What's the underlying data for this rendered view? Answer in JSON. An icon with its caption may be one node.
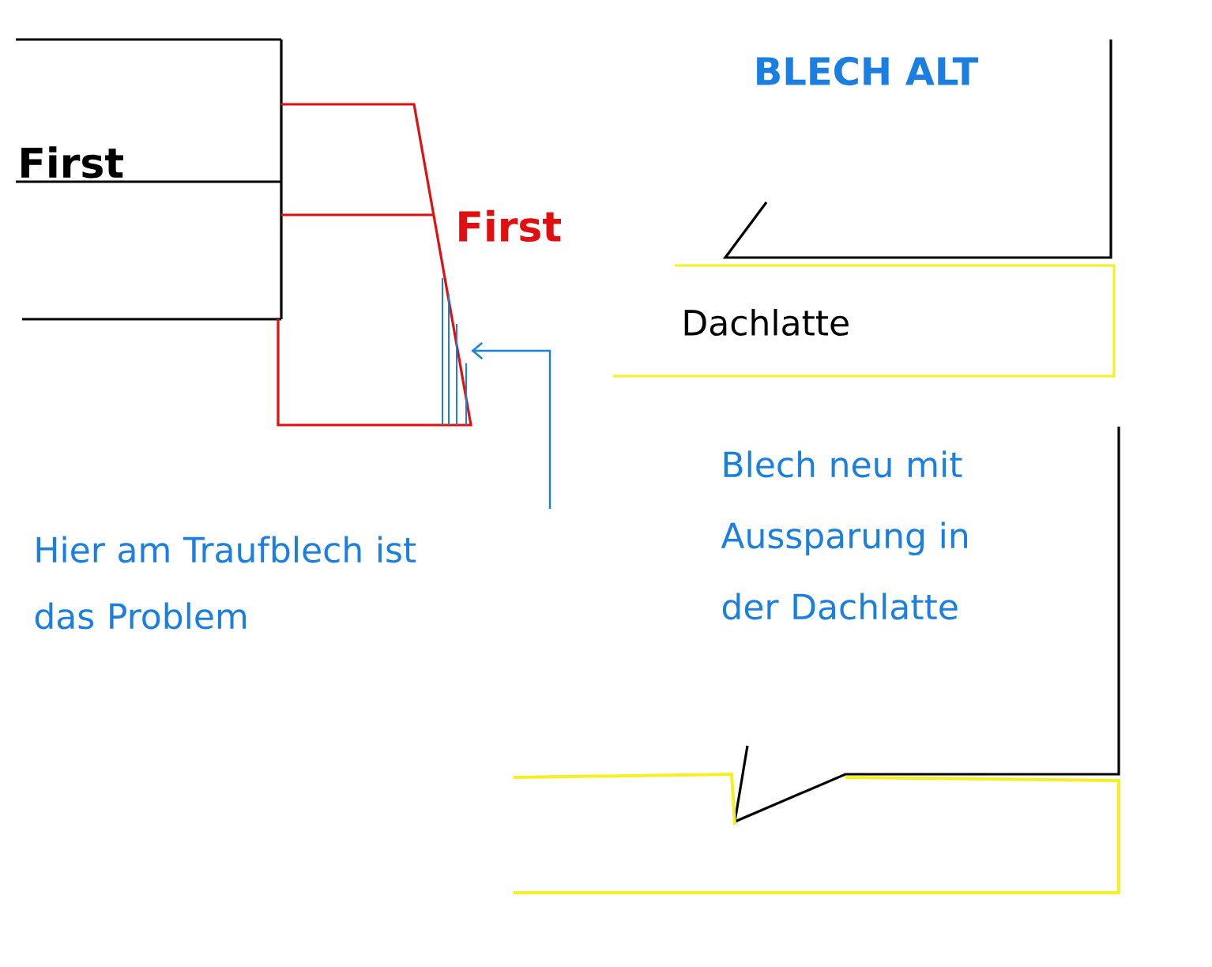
{
  "diagram": {
    "nodes": [
      {
        "text": [
          "Dachlatte"
        ]
      },
      {
        "text": [],
        "shape": "picture"
      },
      {
        "text": [
          "Hier am Traufblech ist das Problem"
        ]
      },
      {
        "text": [],
        "shape": "box"
      }
    ],
    "edges": [
      {
        "from": null,
        "to": 1,
        "arrow": "to",
        "color": "#1a7fe0"
      }
    ],
    "labels": [
      "BLECH ALT",
      "First",
      "First",
      "Blech neu mit Aussparung in der Dachlatte"
    ]
  }
}
